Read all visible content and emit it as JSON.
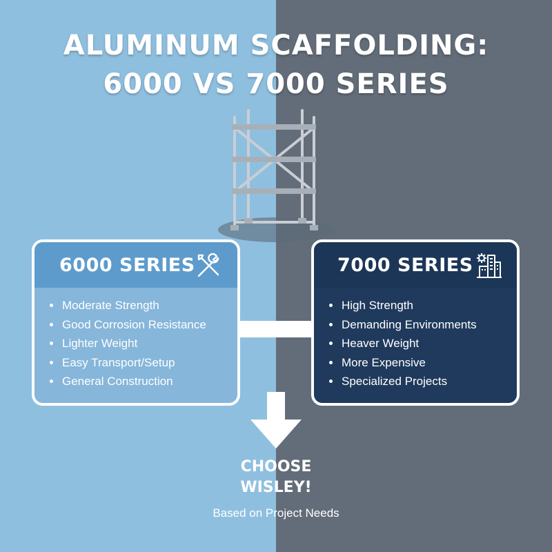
{
  "title": {
    "line1": "ALUMINUM SCAFFOLDING:",
    "line2": "6000 VS 7000 SERIES"
  },
  "colors": {
    "left_background": "#8fbfdf",
    "right_background": "#636d79",
    "left_card": "#86b6da",
    "left_card_header": "#5d9bcc",
    "right_card": "#1f3a5c",
    "text": "#ffffff"
  },
  "left_card": {
    "title": "6000 SERIES",
    "icon": "wrench-screwdriver-icon",
    "items": [
      "Moderate Strength",
      "Good Corrosion Resistance",
      "Lighter Weight",
      "Easy Transport/Setup",
      "General Construction"
    ]
  },
  "right_card": {
    "title": "7000 SERIES",
    "icon": "gear-building-icon",
    "items": [
      "High Strength",
      "Demanding Environments",
      "Heaver Weight",
      "More Expensive",
      "Specialized Projects"
    ]
  },
  "conclusion": {
    "line1": "CHOOSE",
    "line2": "WISLEY!",
    "tagline": "Based on Project Needs"
  }
}
